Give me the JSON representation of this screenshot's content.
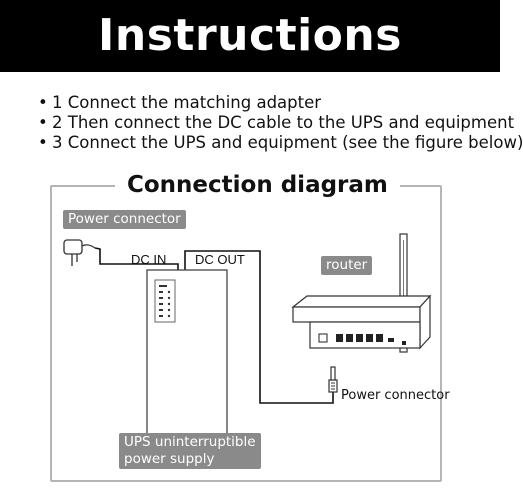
{
  "header": {
    "title": "Instructions"
  },
  "steps": [
    "1 Connect the matching adapter",
    "2 Then connect the DC cable to the UPS and equipment",
    "3 Connect the UPS and equipment (see the figure below)"
  ],
  "bullet": "•",
  "diagram": {
    "title": "Connection diagram",
    "power_connector_tag": "Power connector",
    "dc_in": "DC IN",
    "dc_out": "DC OUT",
    "router_tag": "router",
    "power_connector_label": "Power connector",
    "ups_tag_line1": "UPS uninterruptible",
    "ups_tag_line2": "power supply"
  }
}
